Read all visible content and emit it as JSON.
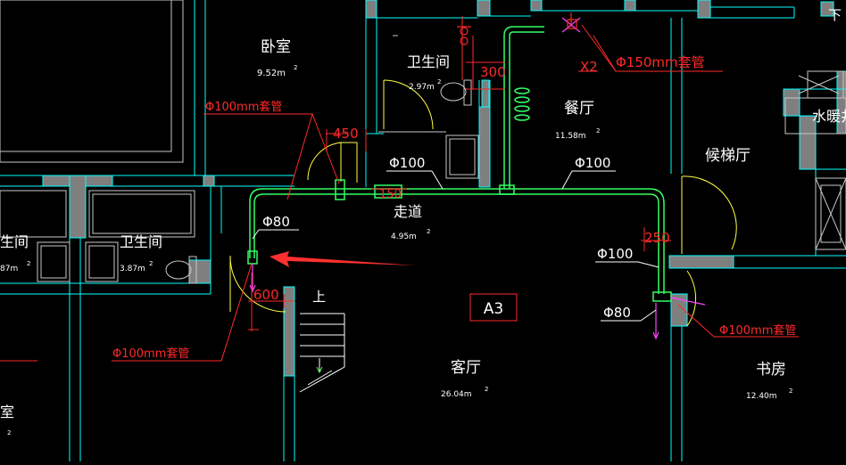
{
  "colors": {
    "background": "#000000",
    "wall_fill": "#7f7f7f",
    "wall_line": "#00ffff",
    "room_line": "#c8c8c8",
    "pipe": "#33ff66",
    "annotation": "#ff2a2a",
    "door": "#ffff44",
    "riser": "#ff44ff",
    "label": "#ffffff"
  },
  "rooms": {
    "bedroom": {
      "name": "卧室",
      "area": "9.52m",
      "sup": "2"
    },
    "bathroom_top": {
      "name": "卫生间",
      "area": "2.97m",
      "sup": "2"
    },
    "dining": {
      "name": "餐厅",
      "area": "11.58m",
      "sup": "2"
    },
    "elevator_hall": {
      "name": "候梯厅"
    },
    "corridor": {
      "name": "走道",
      "area": "4.95m",
      "sup": "2"
    },
    "bath_left_1": {
      "name": "生间",
      "area": "87m",
      "sup": "2"
    },
    "bath_left_2": {
      "name": "卫生间",
      "area": "3.87m",
      "sup": "2"
    },
    "living": {
      "name": "客厅",
      "area": "26.04m",
      "sup": "2"
    },
    "study": {
      "name": "书房",
      "area": "12.40m",
      "sup": "2"
    },
    "hvac_shaft": {
      "name": "水暖井"
    },
    "edge_char": "室",
    "edge_sup": "2",
    "top_right_char": "下"
  },
  "annotations": {
    "sleeve_100_top": "Φ100mm套管",
    "sleeve_100_left": "Φ100mm套管",
    "sleeve_100_right": "Φ100mm套管",
    "sleeve_150": "Φ150mm套管",
    "x2": "X2",
    "dim_300": "300",
    "dim_450": "450",
    "dim_150": "150",
    "dim_250": "250",
    "dim_600": "600"
  },
  "pipes": {
    "d100_a": "Φ100",
    "d100_b": "Φ100",
    "d100_c": "Φ100",
    "d80_a": "Φ80",
    "d80_b": "Φ80"
  },
  "zone_tag": "A3",
  "stair_label": "上"
}
